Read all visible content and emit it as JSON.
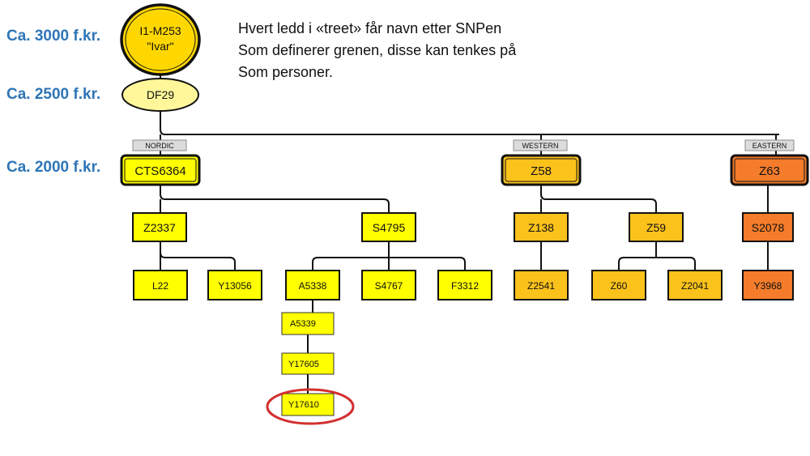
{
  "eras": [
    {
      "id": "3000",
      "label": "Ca. 3000 f.kr."
    },
    {
      "id": "2500",
      "label": "Ca. 2500 f.kr."
    },
    {
      "id": "2000",
      "label": "Ca. 2000 f.kr."
    }
  ],
  "note": {
    "lines": [
      "Hvert ledd i «treet» får navn etter SNPen",
      "Som definerer grenen, disse kan tenkes på",
      "Som personer."
    ]
  },
  "colors": {
    "line": "#111111",
    "yellow": "#ffff00",
    "amber": "#fcc21c",
    "orange": "#f47c2a",
    "pale_yellow": "#fff79a",
    "bright_oval": "#ffd700",
    "tag_fill": "#dcdcdc",
    "tag_border": "#8a8a8a",
    "highlight_circle": "#d32f2f",
    "era_text": "#2e75b6"
  },
  "tree": {
    "root": {
      "lines": [
        "I1-M253",
        "\"Ivar\""
      ]
    },
    "df29": {
      "label": "DF29"
    },
    "branch_tags": {
      "nordic": "NORDIC",
      "western": "WESTERN",
      "eastern": "EASTERN"
    },
    "nodes": {
      "cts6364": "CTS6364",
      "z58": "Z58",
      "z63": "Z63",
      "z2337": "Z2337",
      "s4795": "S4795",
      "z138": "Z138",
      "z59": "Z59",
      "s2078": "S2078",
      "l22": "L22",
      "y13056": "Y13056",
      "a5338": "A5338",
      "s4767": "S4767",
      "f3312": "F3312",
      "z2541": "Z2541",
      "z60": "Z60",
      "z2041": "Z2041",
      "y3968": "Y3968",
      "a5339": "A5339",
      "y17605": "Y17605",
      "y17610": "Y17610"
    },
    "highlighted_node": "Y17610"
  }
}
